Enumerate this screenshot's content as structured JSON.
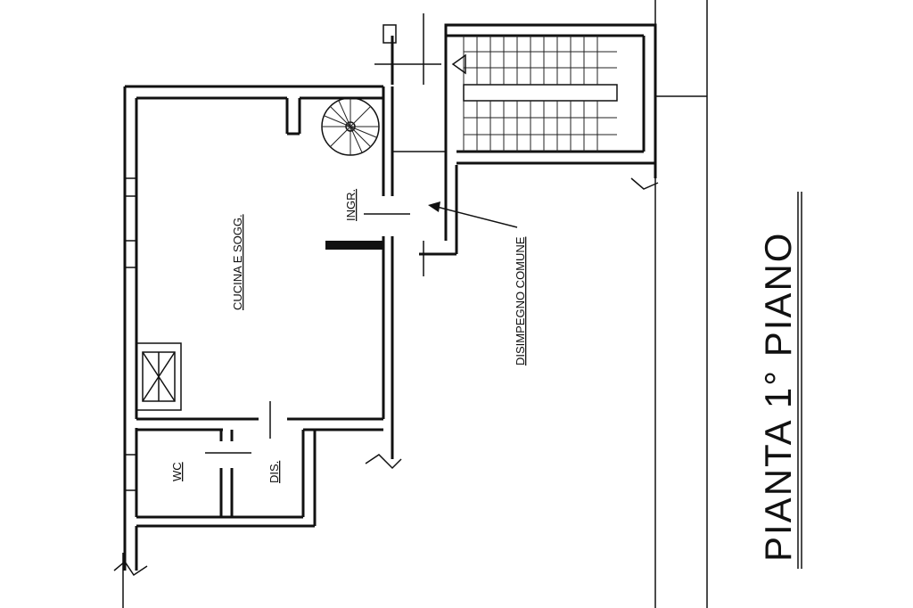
{
  "title": "PIANTA 1° PIANO",
  "rooms": {
    "kitchen": "CUCINA E SOGG.",
    "entrance": "INGR.",
    "common_hall": "DISIMPEGNO COMUNE",
    "wc": "WC",
    "hall": "DIS."
  }
}
